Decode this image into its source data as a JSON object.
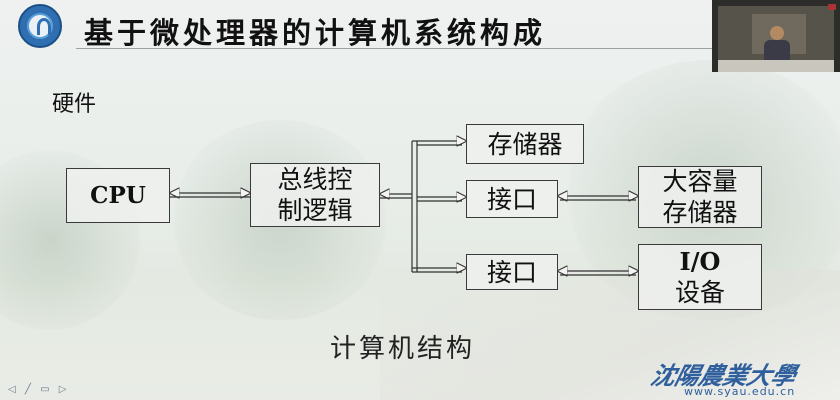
{
  "header": {
    "title": "基于微处理器的计算机系统构成"
  },
  "slide": {
    "subtitle": "硬件",
    "boxes": {
      "cpu": "CPU",
      "bus_control_line1": "总线控",
      "bus_control_line2": "制逻辑",
      "memory": "存储器",
      "interface1": "接口",
      "interface2": "接口",
      "mass_storage_line1": "大容量",
      "mass_storage_line2": "存储器",
      "io_line1": "I/O",
      "io_line2": "设备"
    },
    "caption": "计算机结构"
  },
  "footer": {
    "nav_symbols": "◁ ╱ ▭ ▷",
    "brand": "沈陽農業大學",
    "url": "www.syau.edu.cn"
  }
}
